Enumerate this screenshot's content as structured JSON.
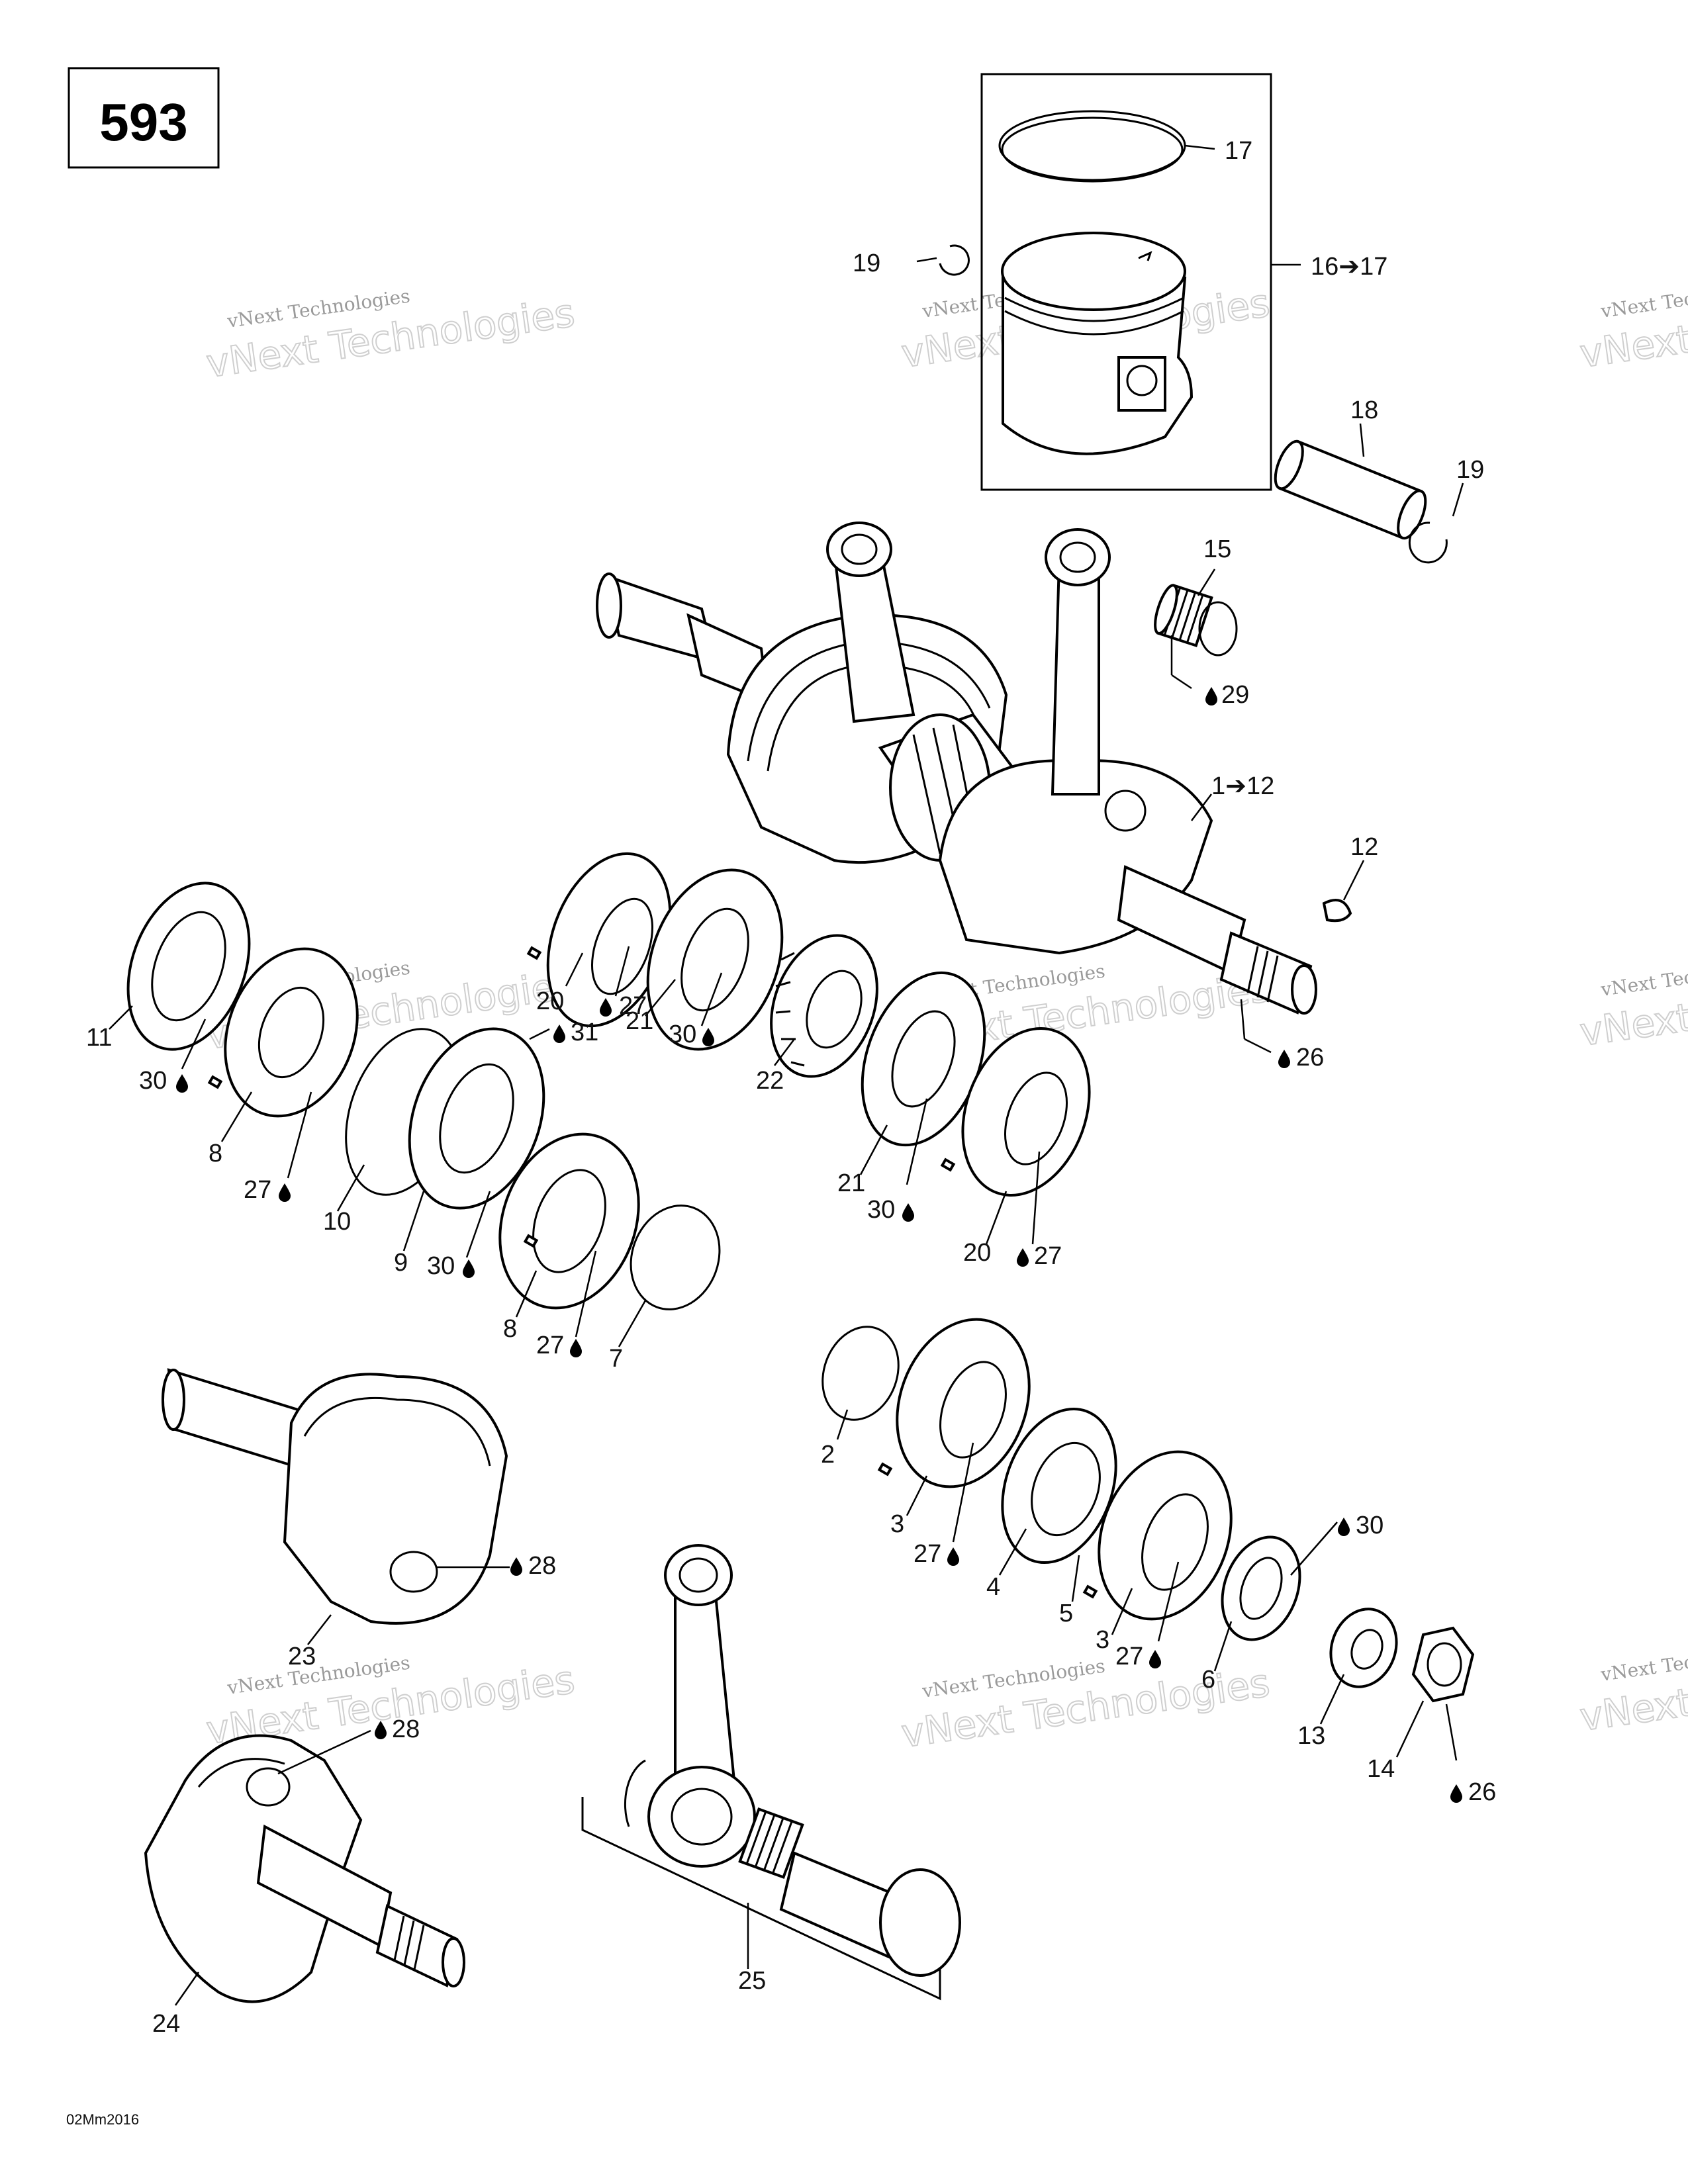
{
  "diagram": {
    "figure_number": "593",
    "drawing_code": "02Mm2016",
    "watermark": {
      "line1": "vNext Technologies",
      "line2": "vNext Technologies"
    },
    "callouts": [
      {
        "id": "c17",
        "text": "17"
      },
      {
        "id": "c19a",
        "text": "19"
      },
      {
        "id": "c16",
        "text": "16➔17"
      },
      {
        "id": "c18",
        "text": "18"
      },
      {
        "id": "c19b",
        "text": "19"
      },
      {
        "id": "c15",
        "text": "15"
      },
      {
        "id": "c29",
        "text": "29"
      },
      {
        "id": "c1",
        "text": "1➔12"
      },
      {
        "id": "c12",
        "text": "12"
      },
      {
        "id": "c26a",
        "text": "26"
      },
      {
        "id": "c11",
        "text": "11"
      },
      {
        "id": "c30a",
        "text": "30"
      },
      {
        "id": "c8a",
        "text": "8"
      },
      {
        "id": "c27a",
        "text": "27"
      },
      {
        "id": "c10",
        "text": "10"
      },
      {
        "id": "c9",
        "text": "9"
      },
      {
        "id": "c30b",
        "text": "30"
      },
      {
        "id": "c31",
        "text": "31"
      },
      {
        "id": "c8b",
        "text": "8"
      },
      {
        "id": "c27b",
        "text": "27"
      },
      {
        "id": "c7",
        "text": "7"
      },
      {
        "id": "c20a",
        "text": "20"
      },
      {
        "id": "c27c",
        "text": "27"
      },
      {
        "id": "c21a",
        "text": "21"
      },
      {
        "id": "c30c",
        "text": "30"
      },
      {
        "id": "c22",
        "text": "22"
      },
      {
        "id": "c21b",
        "text": "21"
      },
      {
        "id": "c30d",
        "text": "30"
      },
      {
        "id": "c20b",
        "text": "20"
      },
      {
        "id": "c27d",
        "text": "27"
      },
      {
        "id": "c2",
        "text": "2"
      },
      {
        "id": "c3a",
        "text": "3"
      },
      {
        "id": "c27e",
        "text": "27"
      },
      {
        "id": "c4",
        "text": "4"
      },
      {
        "id": "c5",
        "text": "5"
      },
      {
        "id": "c3b",
        "text": "3"
      },
      {
        "id": "c27f",
        "text": "27"
      },
      {
        "id": "c30e",
        "text": "30"
      },
      {
        "id": "c6",
        "text": "6"
      },
      {
        "id": "c13",
        "text": "13"
      },
      {
        "id": "c14",
        "text": "14"
      },
      {
        "id": "c26b",
        "text": "26"
      },
      {
        "id": "c28a",
        "text": "28"
      },
      {
        "id": "c23",
        "text": "23"
      },
      {
        "id": "c28b",
        "text": "28"
      },
      {
        "id": "c24",
        "text": "24"
      },
      {
        "id": "c25",
        "text": "25"
      }
    ]
  }
}
